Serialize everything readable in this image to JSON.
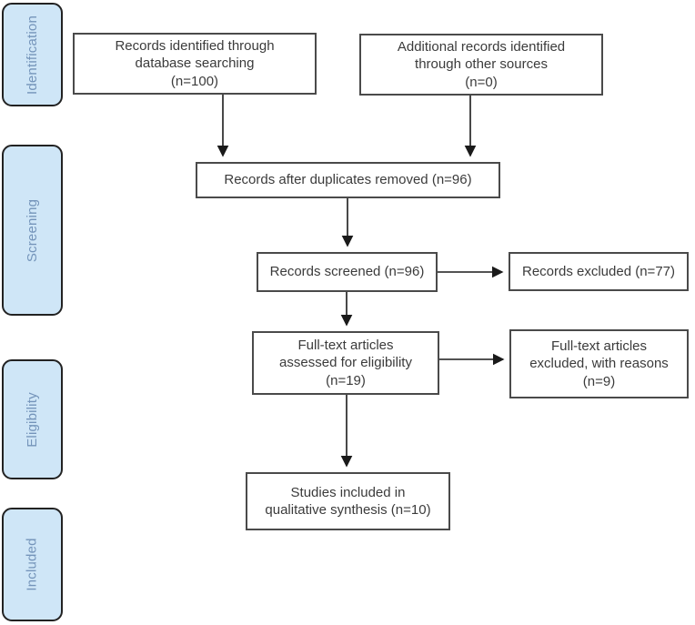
{
  "colors": {
    "stage_fill": "#cfe6f7",
    "stage_border": "#222222",
    "stage_text": "#7494ba",
    "box_border": "#4a4a4a",
    "box_text": "#3b3b3b",
    "arrow_color": "#1a1a1a"
  },
  "stages": [
    {
      "label": "Identification"
    },
    {
      "label": "Screening"
    },
    {
      "label": "Eligibility"
    },
    {
      "label": "Included"
    }
  ],
  "boxes": {
    "identified": {
      "text": "Records identified through\ndatabase searching\n(n=100)"
    },
    "additional": {
      "text": "Additional records identified\nthrough other sources\n(n=0)"
    },
    "deduplicated": {
      "text": "Records after duplicates removed (n=96)"
    },
    "screened": {
      "text": "Records screened (n=96)"
    },
    "excluded": {
      "text": "Records excluded (n=77)"
    },
    "fulltext": {
      "text": "Full-text articles\nassessed for eligibility\n(n=19)"
    },
    "fulltext_excluded": {
      "text": "Full-text articles\nexcluded, with reasons\n(n=9)"
    },
    "included_studies": {
      "text": "Studies included in\nqualitative synthesis (n=10)"
    }
  }
}
